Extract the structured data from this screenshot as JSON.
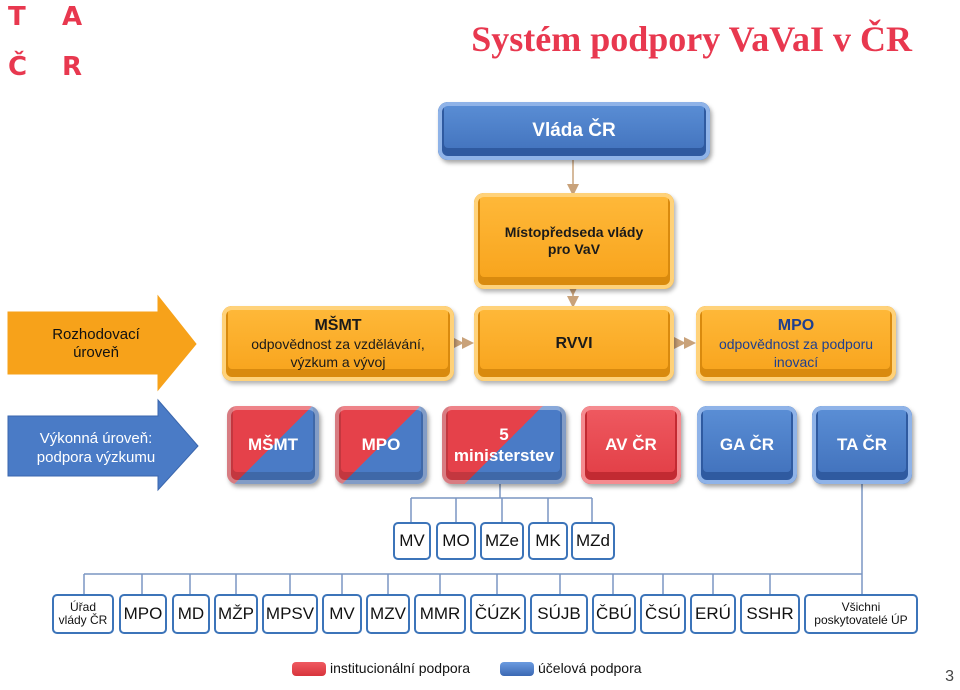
{
  "logo": {
    "letters": [
      "T",
      "A",
      "Č",
      "R"
    ]
  },
  "title": "Systém podpory VaVaI v ČR",
  "top": {
    "vlada": "Vláda ČR",
    "mistopredseda_line1": "Místopředseda vlády",
    "mistopredseda_line2": "pro VaV"
  },
  "decision": {
    "arrow_line1": "Rozhodovací",
    "arrow_line2": "úroveň",
    "msmt_title": "MŠMT",
    "msmt_line1": "odpovědnost za vzdělávání,",
    "msmt_line2": "výzkum a vývoj",
    "rvvi": "RVVI",
    "mpo_title": "MPO",
    "mpo_line1": "odpovědnost za podporu",
    "mpo_line2": "inovací"
  },
  "executive": {
    "arrow_line1": "Výkonná úroveň:",
    "arrow_line2": "podpora výzkumu",
    "boxes": [
      "MŠMT",
      "MPO",
      "5",
      "ministerstev",
      "AV ČR",
      "GA ČR",
      "TA ČR"
    ]
  },
  "ministries": [
    "MV",
    "MO",
    "MZe",
    "MK",
    "MZd"
  ],
  "providers": [
    "Úřad",
    "vlády ČR",
    "MPO",
    "MD",
    "MŽP",
    "MPSV",
    "MV",
    "MZV",
    "MMR",
    "ČÚZK",
    "SÚJB",
    "ČBÚ",
    "ČSÚ",
    "ERÚ",
    "SSHR",
    "Všichni",
    "poskytovatelé ÚP"
  ],
  "legend": {
    "institutional": "institucionální podpora",
    "targeted": "účelová podpora"
  },
  "colors": {
    "red": "#e5414a",
    "blue": "#4a7bc6",
    "orange": "#f7a21a",
    "title": "#e8384f"
  },
  "page_number": "3"
}
